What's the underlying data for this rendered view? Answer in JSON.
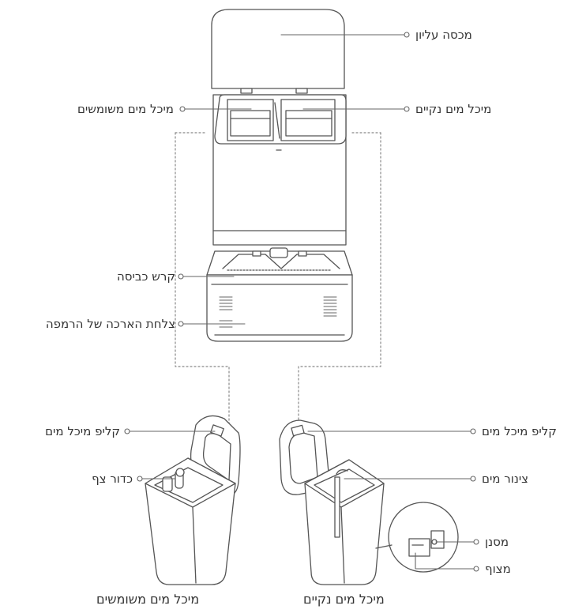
{
  "labels": {
    "top_lid": "מכסה עליון",
    "dirty_tank_top": "מיכל מים משומשים",
    "clean_tank_top": "מיכל מים נקיים",
    "wash_tray": "קרש כביסה",
    "ramp_plate": "צלחת הארכה של הרמפה",
    "tank_clip_left": "קליפ מיכל מים",
    "float_ball": "כדור צף",
    "tank_clip_right": "קליפ מיכל מים",
    "water_pipe": "צינור מים",
    "filter": "מסנן",
    "float": "מצוף"
  },
  "captions": {
    "dirty_tank": "מיכל מים משומשים",
    "clean_tank": "מיכל מים נקיים"
  }
}
